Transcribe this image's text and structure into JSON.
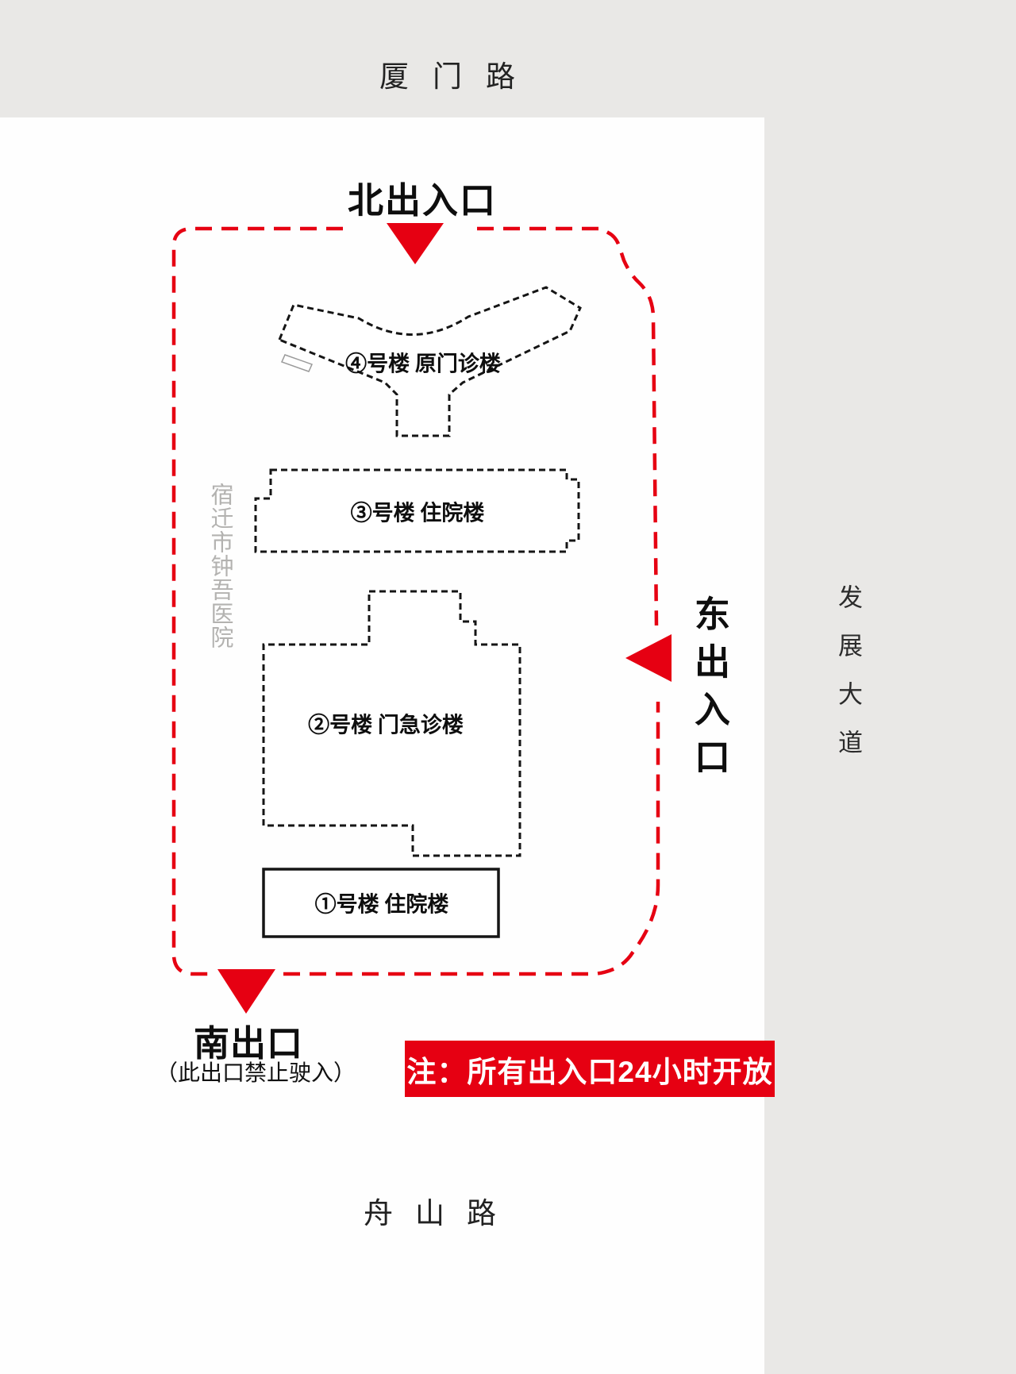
{
  "roads": {
    "north": "厦门路",
    "south": "舟山路",
    "east": "发展大道"
  },
  "entrances": {
    "north": "北出入口",
    "east": "东出入口",
    "south": "南出口",
    "south_note": "（此出口禁止驶入）"
  },
  "buildings": [
    {
      "label": "④号楼 原门诊楼"
    },
    {
      "label": "③号楼 住院楼"
    },
    {
      "label": "②号楼 门急诊楼"
    },
    {
      "label": "①号楼 住院楼"
    }
  ],
  "watermark": "宿迁市钟吾医院",
  "notice": "注：所有出入口24小时开放",
  "colors": {
    "accent_red": "#e60012",
    "bg_gray": "#e9e8e6",
    "watermark_gray": "#b3b2b0",
    "line_black": "#151515"
  }
}
